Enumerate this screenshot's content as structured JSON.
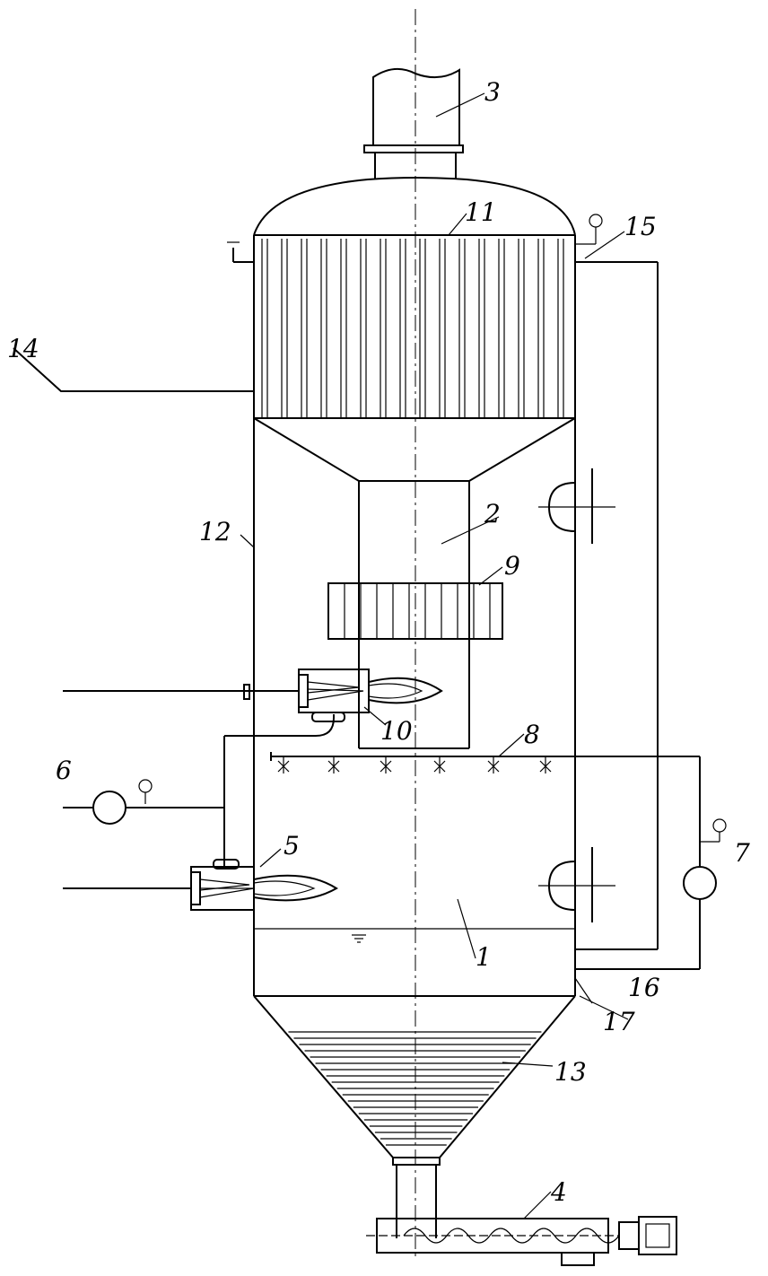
{
  "labels": {
    "l1": "1",
    "l2": "2",
    "l3": "3",
    "l4": "4",
    "l5": "5",
    "l6": "6",
    "l7": "7",
    "l8": "8",
    "l9": "9",
    "l10": "10",
    "l11": "11",
    "l12": "12",
    "l13": "13",
    "l14": "14",
    "l15": "15",
    "l16": "16",
    "l17": "17"
  },
  "colors": {
    "line": "#000000",
    "background": "#ffffff"
  }
}
